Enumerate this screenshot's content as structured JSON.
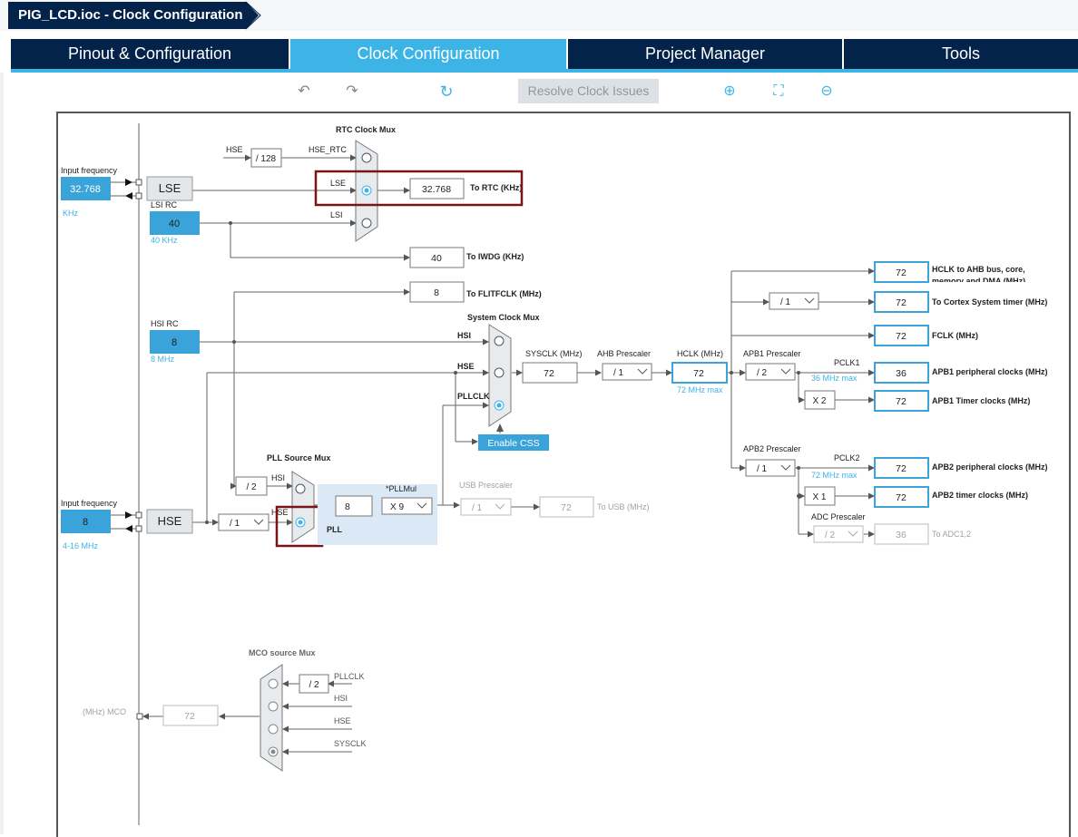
{
  "window": {
    "title": "PIG_LCD.ioc - Clock Configuration"
  },
  "tabs": [
    {
      "label": "Pinout & Configuration"
    },
    {
      "label": "Clock Configuration"
    },
    {
      "label": "Project Manager"
    },
    {
      "label": "Tools"
    }
  ],
  "toolbar": {
    "undo_icon": "undo-icon",
    "redo_icon": "redo-icon",
    "refresh_icon": "refresh-icon",
    "resolve_label": "Resolve Clock Issues",
    "zoom_in_icon": "zoom-in-icon",
    "fit_icon": "fit-screen-icon",
    "zoom_out_icon": "zoom-out-icon"
  },
  "colors": {
    "navy": "#03234b",
    "accent": "#3cb4e6",
    "highlight": "#7b1416"
  },
  "diagram": {
    "lse": {
      "input_label": "Input frequency",
      "value": "32.768",
      "unit": "KHz",
      "name": "LSE"
    },
    "lsi": {
      "name": "LSI RC",
      "value": "40",
      "unit": "40 KHz"
    },
    "hsi": {
      "name": "HSI RC",
      "value": "8",
      "unit": "8 MHz"
    },
    "hse": {
      "input_label": "Input frequency",
      "value": "8",
      "unit": "4-16 MHz",
      "name": "HSE"
    },
    "rtc_mux": {
      "title": "RTC Clock Mux",
      "hse_label": "HSE",
      "hse_div": "/ 128",
      "hse_rtc": "HSE_RTC",
      "lse_label": "LSE",
      "lsi_label": "LSI",
      "rtc_value": "32.768",
      "rtc_label": "To RTC (KHz)"
    },
    "iwdg": {
      "value": "40",
      "label": "To IWDG (KHz)"
    },
    "flit": {
      "value": "8",
      "label": "To FLITFCLK (MHz)"
    },
    "sys_mux": {
      "title": "System Clock Mux",
      "hsi": "HSI",
      "hse": "HSE",
      "pllclk": "PLLCLK",
      "css": "Enable CSS"
    },
    "sysclk": {
      "label": "SYSCLK (MHz)",
      "value": "72"
    },
    "ahb": {
      "label": "AHB Prescaler",
      "value": "/ 1"
    },
    "hclk": {
      "label": "HCLK (MHz)",
      "value": "72",
      "max": "72 MHz max"
    },
    "apb1": {
      "label": "APB1 Prescaler",
      "value": "/ 2",
      "pclk": "PCLK1",
      "max": "36 MHz max",
      "mult": "X 2"
    },
    "apb2": {
      "label": "APB2 Prescaler",
      "value": "/ 1",
      "pclk": "PCLK2",
      "max": "72 MHz max",
      "mult": "X 1"
    },
    "adc": {
      "label": "ADC Prescaler",
      "value": "/ 2",
      "out": "36",
      "out_label": "To ADC1,2"
    },
    "cortex_div": "/ 1",
    "outputs": [
      {
        "value": "72",
        "label": "HCLK to AHB bus, core,",
        "label2": "memory and DMA (MHz)"
      },
      {
        "value": "72",
        "label": "To Cortex System timer (MHz)"
      },
      {
        "value": "72",
        "label": "FCLK (MHz)"
      },
      {
        "value": "36",
        "label": "APB1 peripheral clocks (MHz)"
      },
      {
        "value": "72",
        "label": "APB1 Timer clocks (MHz)"
      },
      {
        "value": "72",
        "label": "APB2 peripheral clocks (MHz)"
      },
      {
        "value": "72",
        "label": "APB2 timer clocks (MHz)"
      }
    ],
    "pll_mux": {
      "title": "PLL Source Mux",
      "hsi_div": "/ 2",
      "hsi": "HSI",
      "hse": "HSE",
      "pll": "PLL"
    },
    "hse_div": "/ 1",
    "pll": {
      "in": "8",
      "mul_label": "*PLLMul",
      "mul": "X 9"
    },
    "usb": {
      "label": "USB Prescaler",
      "value": "/ 1",
      "out": "72",
      "out_label": "To USB (MHz)"
    },
    "mco": {
      "title": "MCO source Mux",
      "div": "/ 2",
      "pllclk": "PLLCLK",
      "hsi": "HSI",
      "hse": "HSE",
      "sysclk": "SYSCLK",
      "label": "(MHz) MCO",
      "value": "72"
    }
  }
}
